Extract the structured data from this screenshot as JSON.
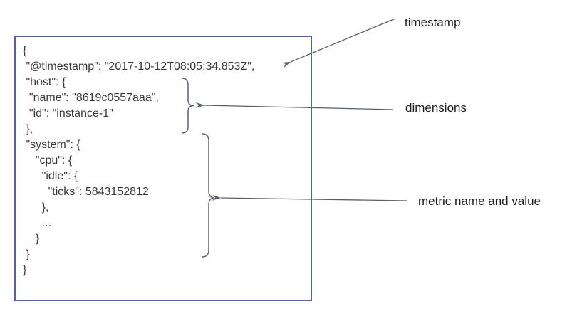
{
  "figure": {
    "description": "Annotated example of a metric document structure"
  },
  "code": {
    "lines": [
      "{",
      " \"@timestamp\": \"2017-10-12T08:05:34.853Z\",",
      " \"host\": {",
      "  \"name\": \"8619c0557aaa\",",
      "  \"id\": \"instance-1\"",
      " },",
      " \"system\": {",
      "    \"cpu\": {",
      "      \"idle\": {",
      "        \"ticks\": 5843152812",
      "      },",
      "      ...",
      "    }",
      " }",
      "}"
    ]
  },
  "annotations": {
    "timestamp": {
      "label": "timestamp"
    },
    "dimensions": {
      "label": "dimensions"
    },
    "metric": {
      "label": "metric name and value"
    }
  },
  "colors": {
    "box_border": "#5065a0",
    "annotation_stroke": "#55606e",
    "code_text": "#35393e",
    "label_text": "#1b1d20"
  }
}
